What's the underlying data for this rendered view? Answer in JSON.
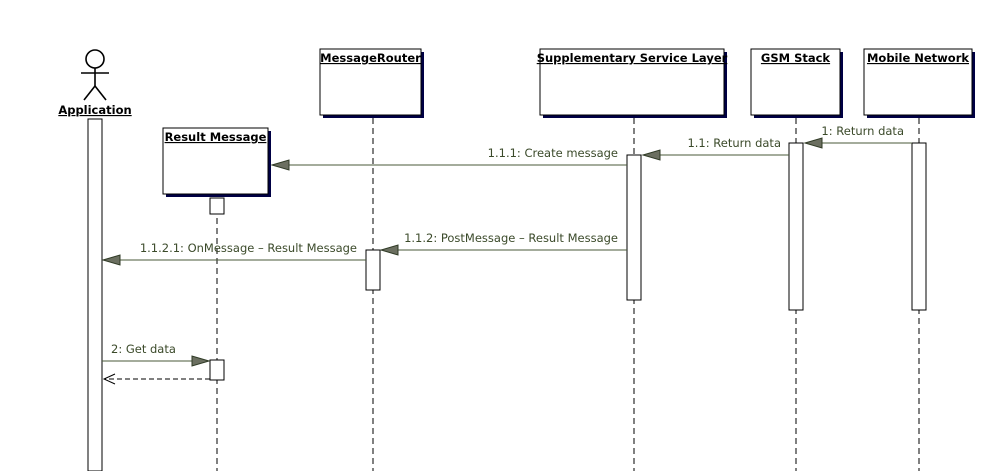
{
  "objects": {
    "application": "Application",
    "message_router": "MessageRouter",
    "supplementary_service_layer": "Supplementary Service Layer",
    "gsm_stack": "GSM Stack",
    "mobile_network": "Mobile Network",
    "result_message": "Result Message"
  },
  "messages": {
    "m1": "1: Return data",
    "m1_1": "1.1: Return data",
    "m1_1_1": "1.1.1: Create message",
    "m1_1_2": "1.1.2: PostMessage – Result Message",
    "m1_1_2_1": "1.1.2.1: OnMessage – Result Message",
    "m2": "2: Get data"
  }
}
